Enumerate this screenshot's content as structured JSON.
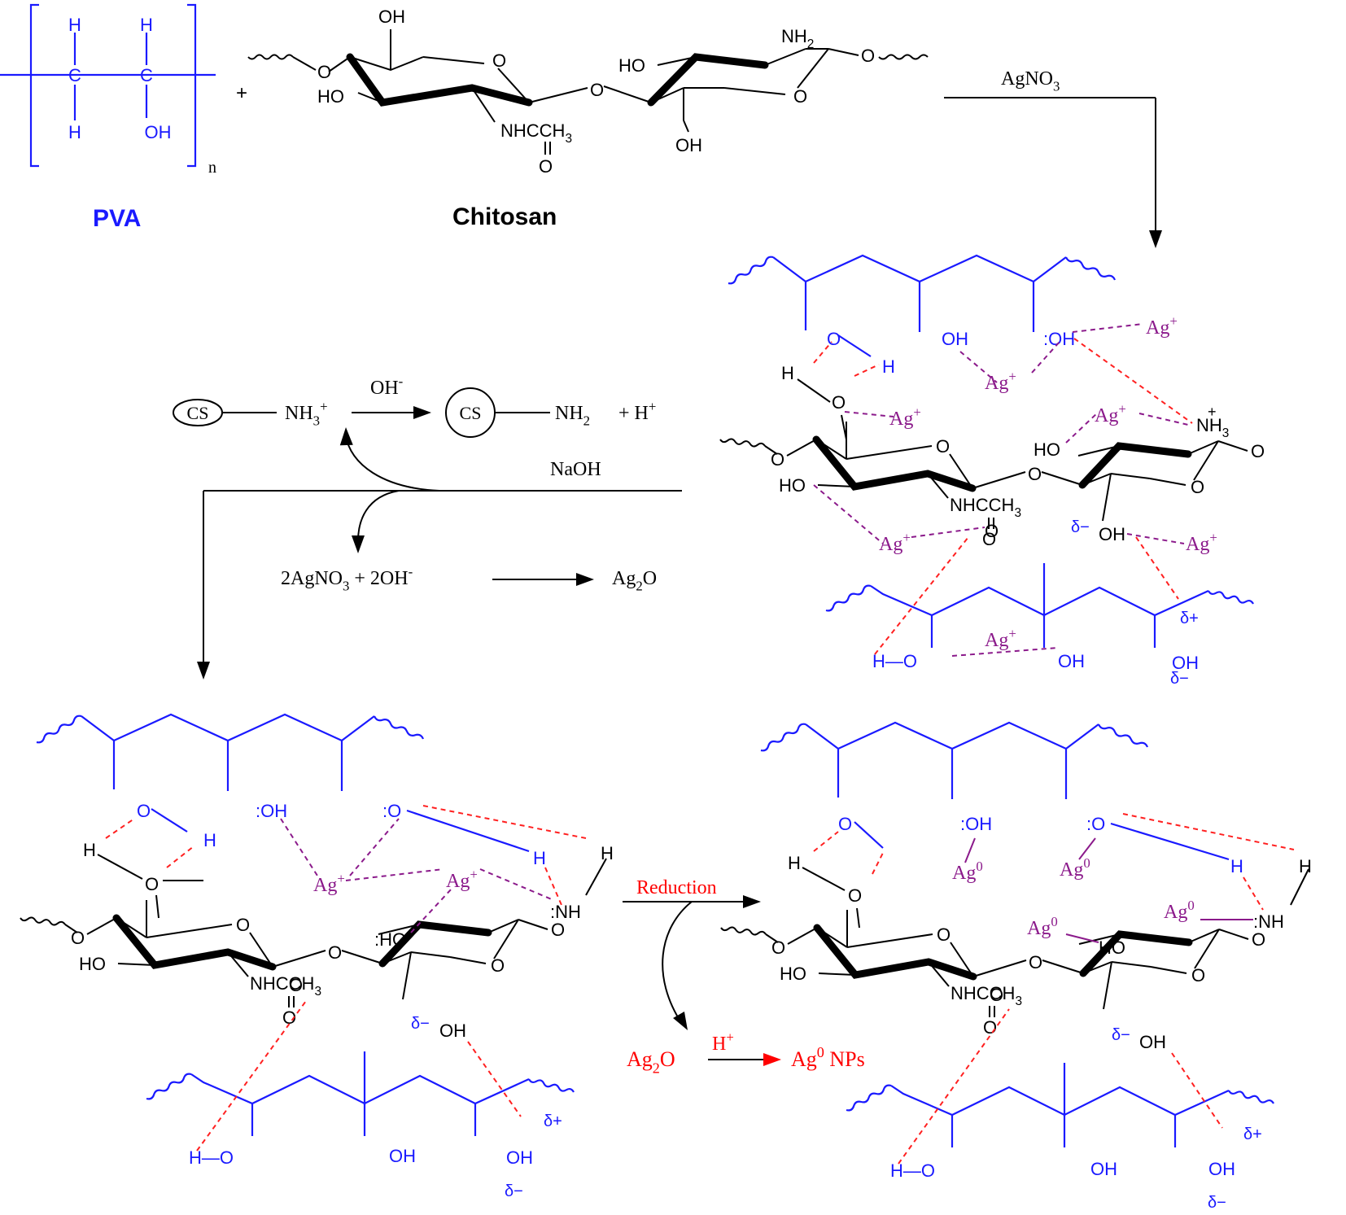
{
  "colors": {
    "pva": "#1a1aff",
    "chitosan": "#000000",
    "silver": "#8b1a8b",
    "reaction": "#ff0000"
  },
  "labels": {
    "pva": "PVA",
    "chitosan": "Chitosan",
    "plus": "+",
    "agno3": "AgNO",
    "agno3_sub": "3",
    "naoh": "NaOH",
    "reduction": "Reduction",
    "h": "H",
    "c": "C",
    "oh": "OH",
    "o": "O",
    "n_sub": "n",
    "nh2": "NH",
    "nh2_sub": "2",
    "nhcch3": "NHCCH",
    "nhcch3_sub": "3",
    "nh3": "NH",
    "nh3_sub": "3",
    "nh": "NH",
    "ag_plus": "Ag",
    "ag_zero": "Ag",
    "plus_sup": "+",
    "zero_sup": "0",
    "delta_minus": "δ−",
    "delta_plus": "δ+",
    "lone_pair": ":"
  },
  "equations": {
    "cs": "CS",
    "nh3": "NH",
    "nh3_sub": "3",
    "nh3_sup": "+",
    "oh_minus": "OH",
    "minus_sup": "-",
    "nh2": "NH",
    "nh2_sub": "2",
    "h_plus": "+ H",
    "h_plus_sup": "+",
    "eq2_left": "2AgNO",
    "eq2_left_sub": "3",
    "eq2_mid": " + 2OH",
    "eq2_mid_sup": "-",
    "ag2o": "Ag",
    "ag2o_sub": "2",
    "ag2o_o": "O",
    "red_h": "H",
    "red_h_sup": "+",
    "ag0": "Ag",
    "ag0_sup": "0",
    "nps": " NPs"
  }
}
